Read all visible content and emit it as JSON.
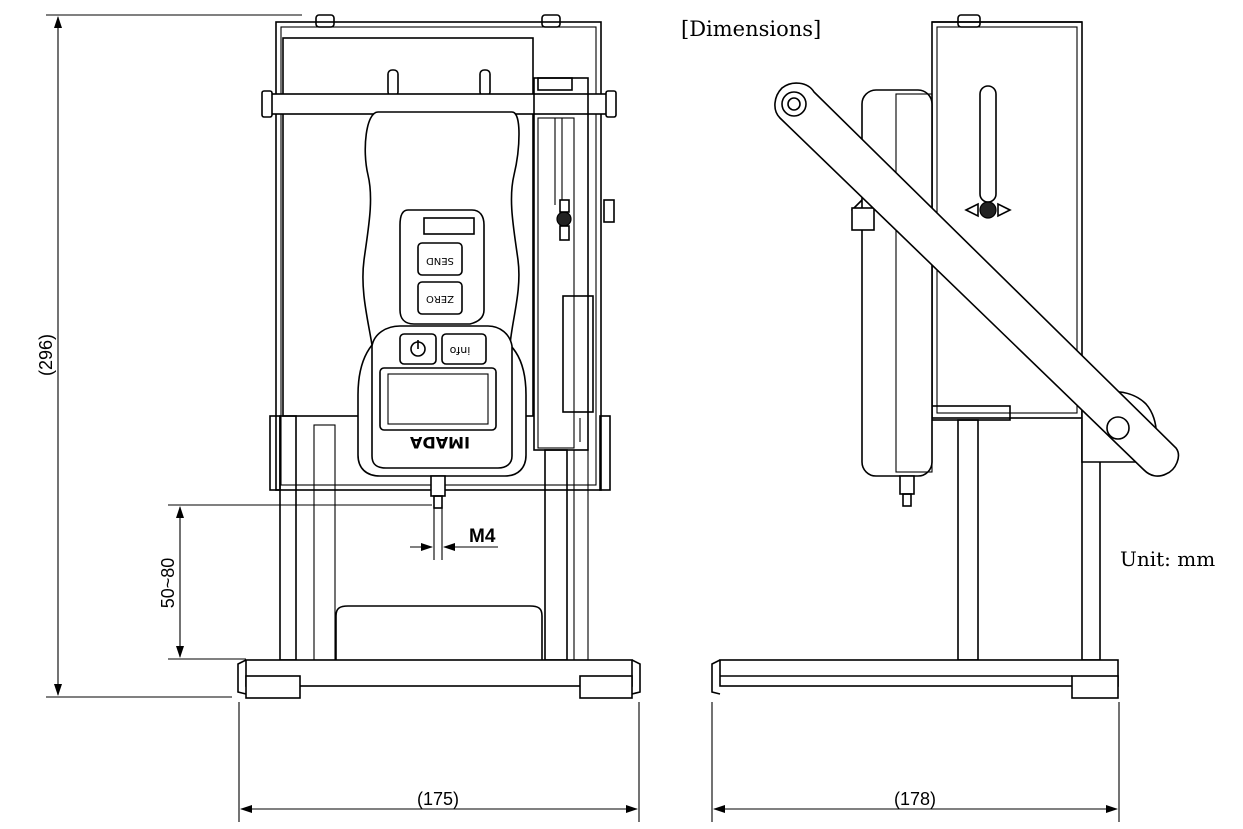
{
  "title": "[Dimensions]",
  "unit_label": "Unit: mm",
  "dimensions": {
    "overall_height": "(296)",
    "base_width_front": "(175)",
    "base_depth_side": "(178)",
    "hook_height_range": "50~80",
    "thread": "M4"
  },
  "gauge_front": {
    "brand": "IMADA",
    "send_label": "SEND",
    "zero_label": "ZERO",
    "info_label": "info"
  }
}
